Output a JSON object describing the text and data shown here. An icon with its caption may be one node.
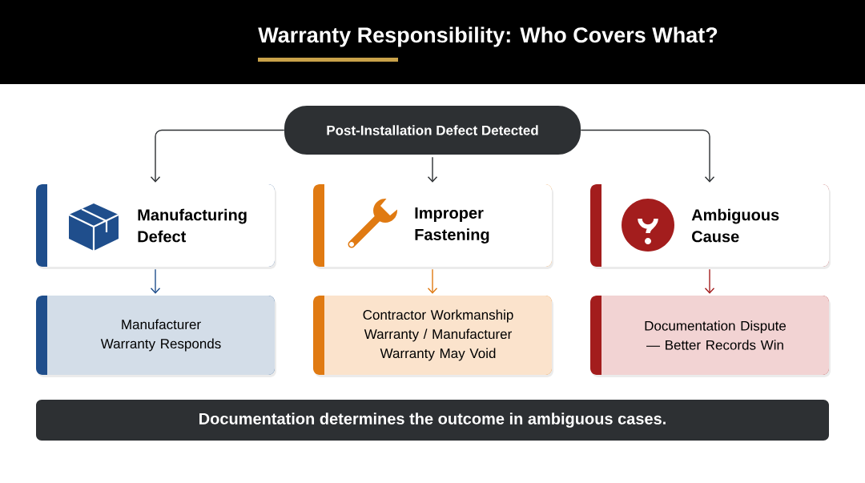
{
  "diagram": {
    "title": "Warranty Responsibility: Who Covers What?",
    "nodes": [
      {
        "text": [
          "Post-Installation Defect Detected"
        ]
      },
      {
        "text": [
          "Manufacturing Defect"
        ]
      },
      {
        "text": [
          "Improper Fastening"
        ]
      },
      {
        "text": [
          "Ambiguous Cause"
        ]
      },
      {
        "text": [
          "Manufacturer Warranty Responds"
        ]
      },
      {
        "text": [
          "Contractor Workmanship Warranty / Manufacturer Warranty May Void"
        ]
      },
      {
        "text": [
          "Documentation Dispute — Better Records Win"
        ]
      },
      {
        "text": [
          "Documentation determines the outcome in ambiguous cases."
        ]
      }
    ],
    "edges": [
      {
        "from": 0,
        "to": 1,
        "arrow": "to"
      },
      {
        "from": 0,
        "to": 2,
        "arrow": "to"
      },
      {
        "from": 0,
        "to": 3,
        "arrow": "to"
      },
      {
        "from": 1,
        "to": 4,
        "arrow": "to",
        "color": "#1f4e8c"
      },
      {
        "from": 2,
        "to": 5,
        "arrow": "to",
        "color": "#e07a12"
      },
      {
        "from": 3,
        "to": 6,
        "arrow": "to",
        "color": "#a31d1d"
      }
    ]
  }
}
